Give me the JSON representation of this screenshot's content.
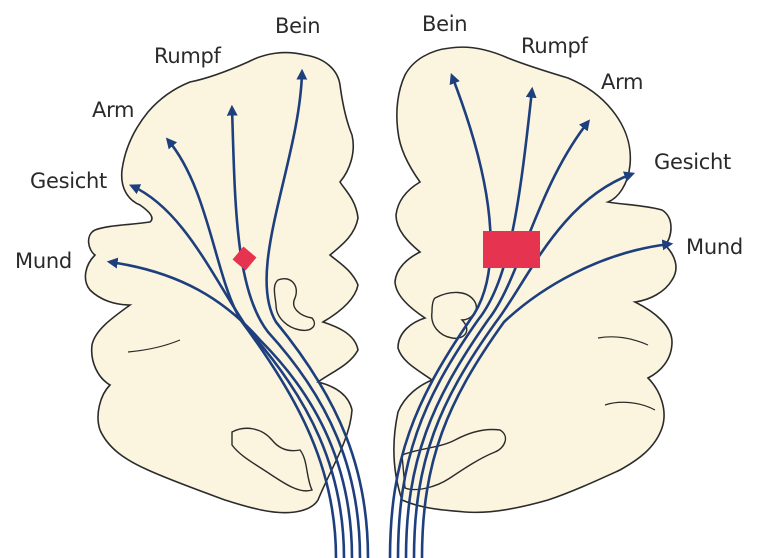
{
  "colors": {
    "background": "#ffffff",
    "tissue_fill": "#fbf5df",
    "tissue_stroke": "#2b2b2b",
    "fiber": "#1e3f7d",
    "lesion": "#e63450",
    "text": "#2a2a2a"
  },
  "left_hemisphere": {
    "labels": {
      "mund": "Mund",
      "gesicht": "Gesicht",
      "arm": "Arm",
      "rumpf": "Rumpf",
      "bein": "Bein"
    },
    "lesion": {
      "shape": "small-diamond",
      "color": "#e63450"
    }
  },
  "right_hemisphere": {
    "labels": {
      "bein": "Bein",
      "rumpf": "Rumpf",
      "arm": "Arm",
      "gesicht": "Gesicht",
      "mund": "Mund"
    },
    "lesion": {
      "shape": "large-rectangle",
      "color": "#e63450"
    }
  }
}
